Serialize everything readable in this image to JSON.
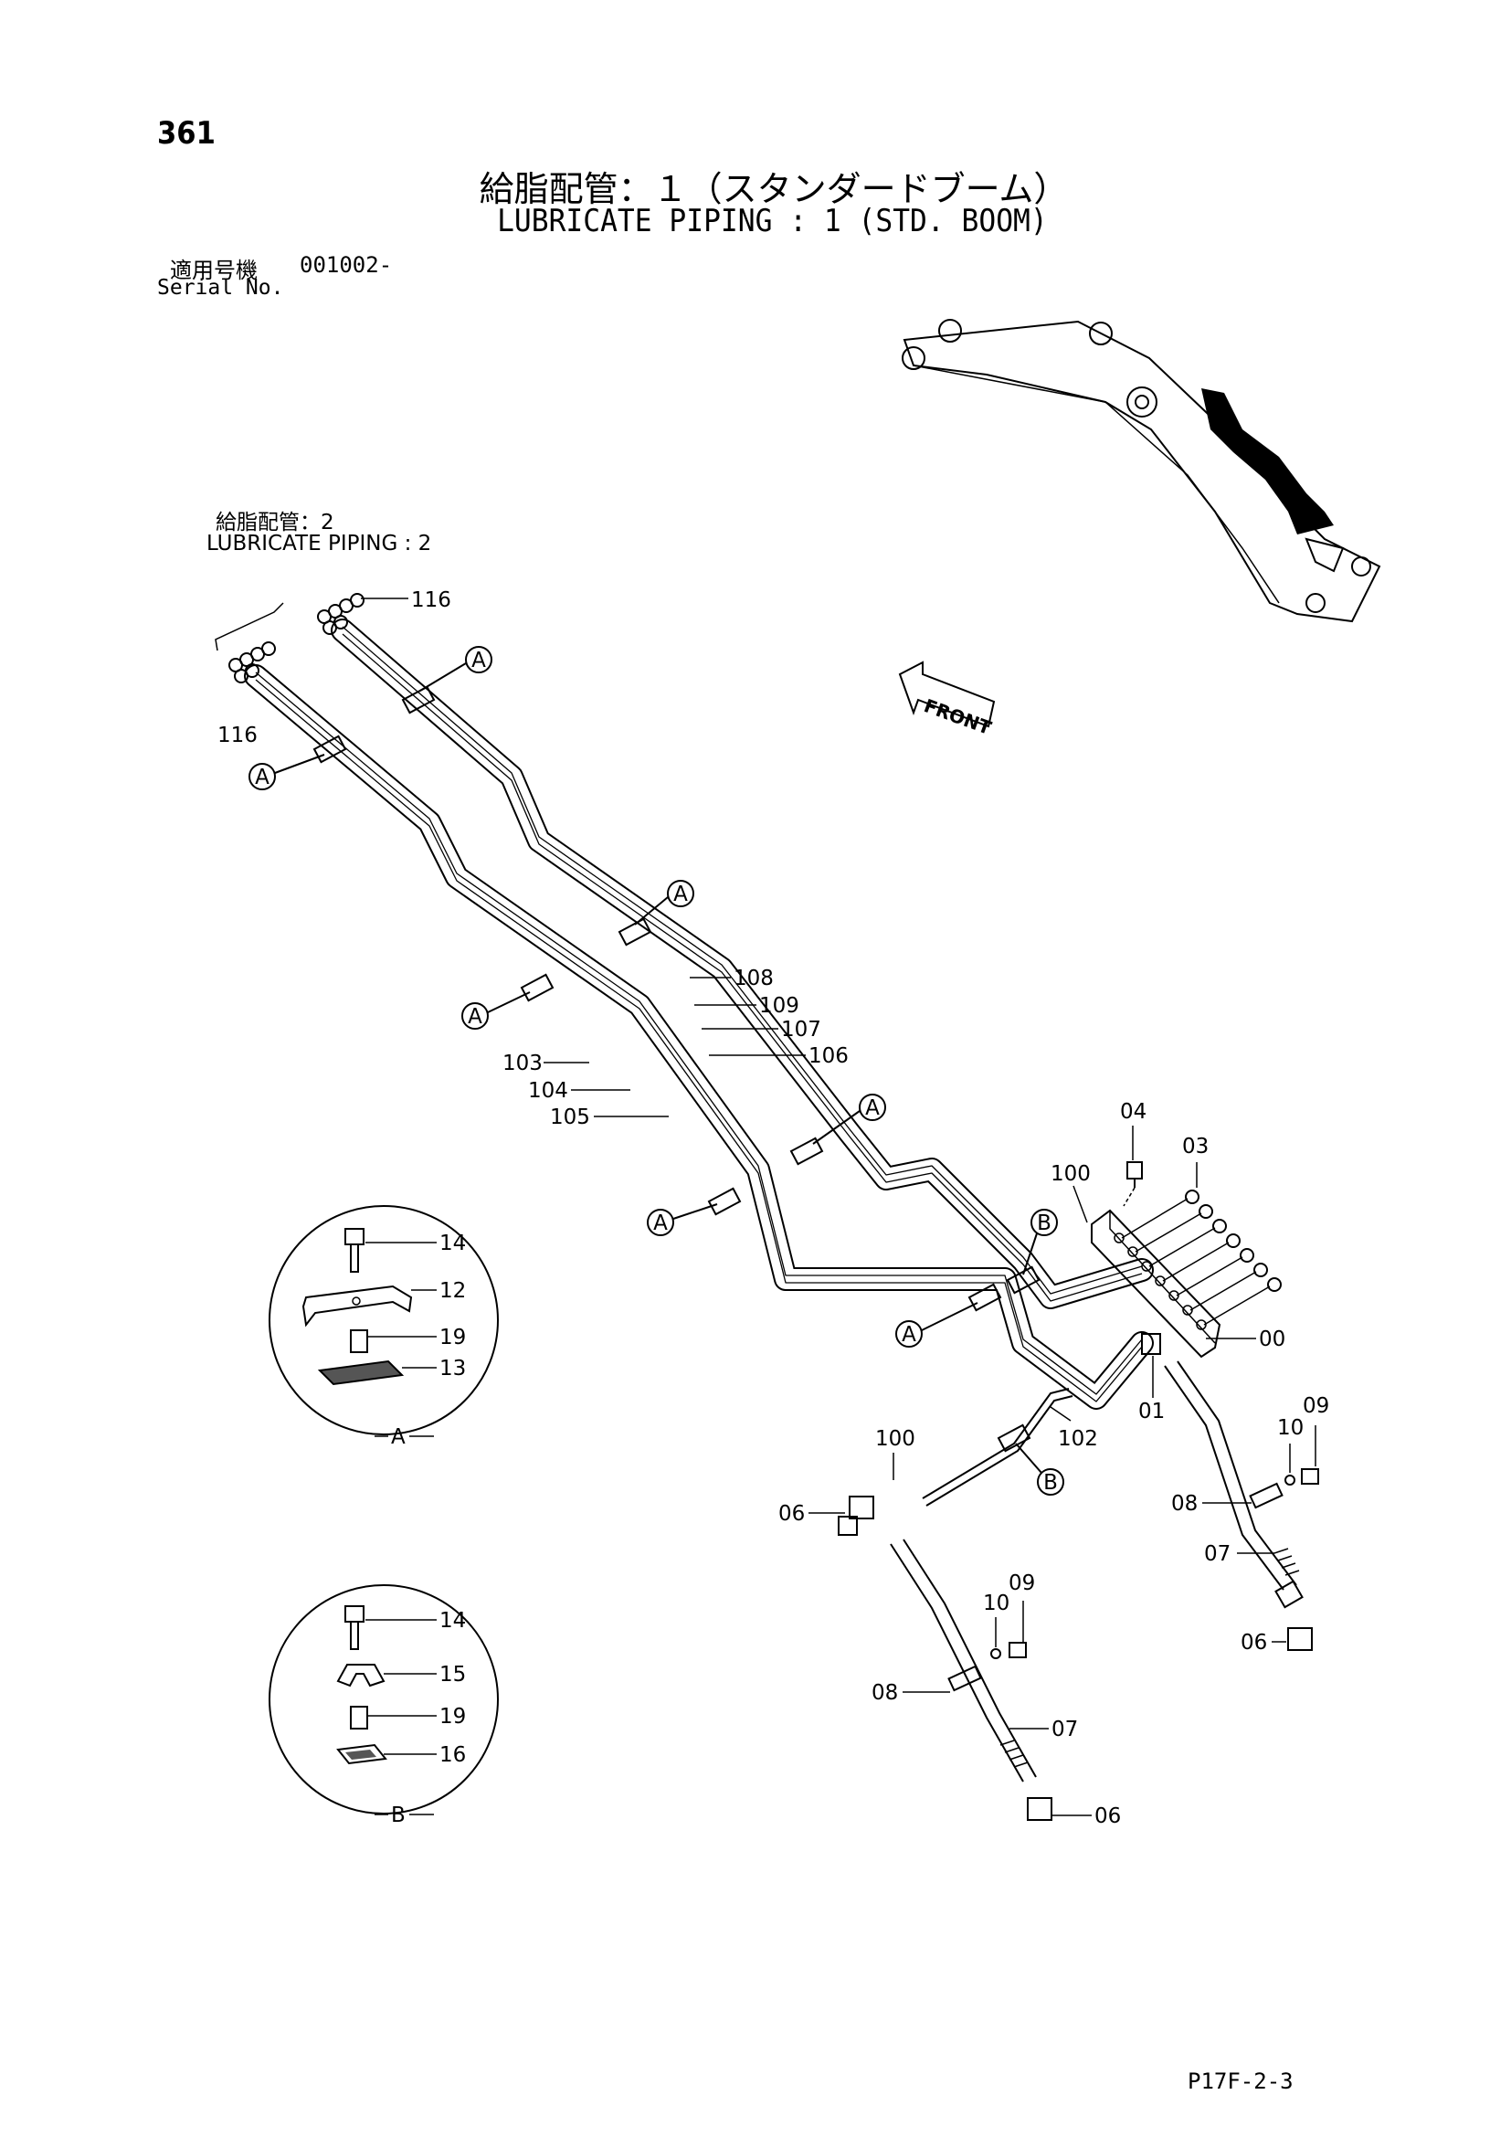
{
  "page_number": "361",
  "title_jp": "給脂配管：１（スタンダードブーム）",
  "title_en": "LUBRICATE PIPING : 1 (STD. BOOM)",
  "serial": {
    "label_jp": "適用号機",
    "code": "001002-",
    "label_en": "Serial No."
  },
  "reference": {
    "label_jp": "給脂配管：2",
    "label_en": "LUBRICATE PIPING : 2"
  },
  "front_label": "FRONT",
  "footer_code": "P17F-2-3",
  "callouts": {
    "c116a": "116",
    "c116b": "116",
    "c108": "108",
    "c109": "109",
    "c107": "107",
    "c106": "106",
    "c103": "103",
    "c104": "104",
    "c105": "105",
    "c04": "04",
    "c03": "03",
    "c100a": "100",
    "c00": "00",
    "c01": "01",
    "c102": "102",
    "c100b": "100",
    "c06a": "06",
    "c09a": "09",
    "c10a": "10",
    "c08a": "08",
    "c07a": "07",
    "c06b": "06",
    "c09b": "09",
    "c10b": "10",
    "c08b": "08",
    "c07b": "07",
    "c06c": "06"
  },
  "clamp_marks": {
    "a1": "A",
    "a2": "A",
    "a3": "A",
    "a4": "A",
    "a5": "A",
    "a6": "A",
    "a7": "A",
    "b1": "B",
    "b2": "B"
  },
  "detail_a": {
    "label": "A",
    "parts": [
      "14",
      "12",
      "19",
      "13"
    ]
  },
  "detail_b": {
    "label": "B",
    "parts": [
      "14",
      "15",
      "19",
      "16"
    ]
  }
}
